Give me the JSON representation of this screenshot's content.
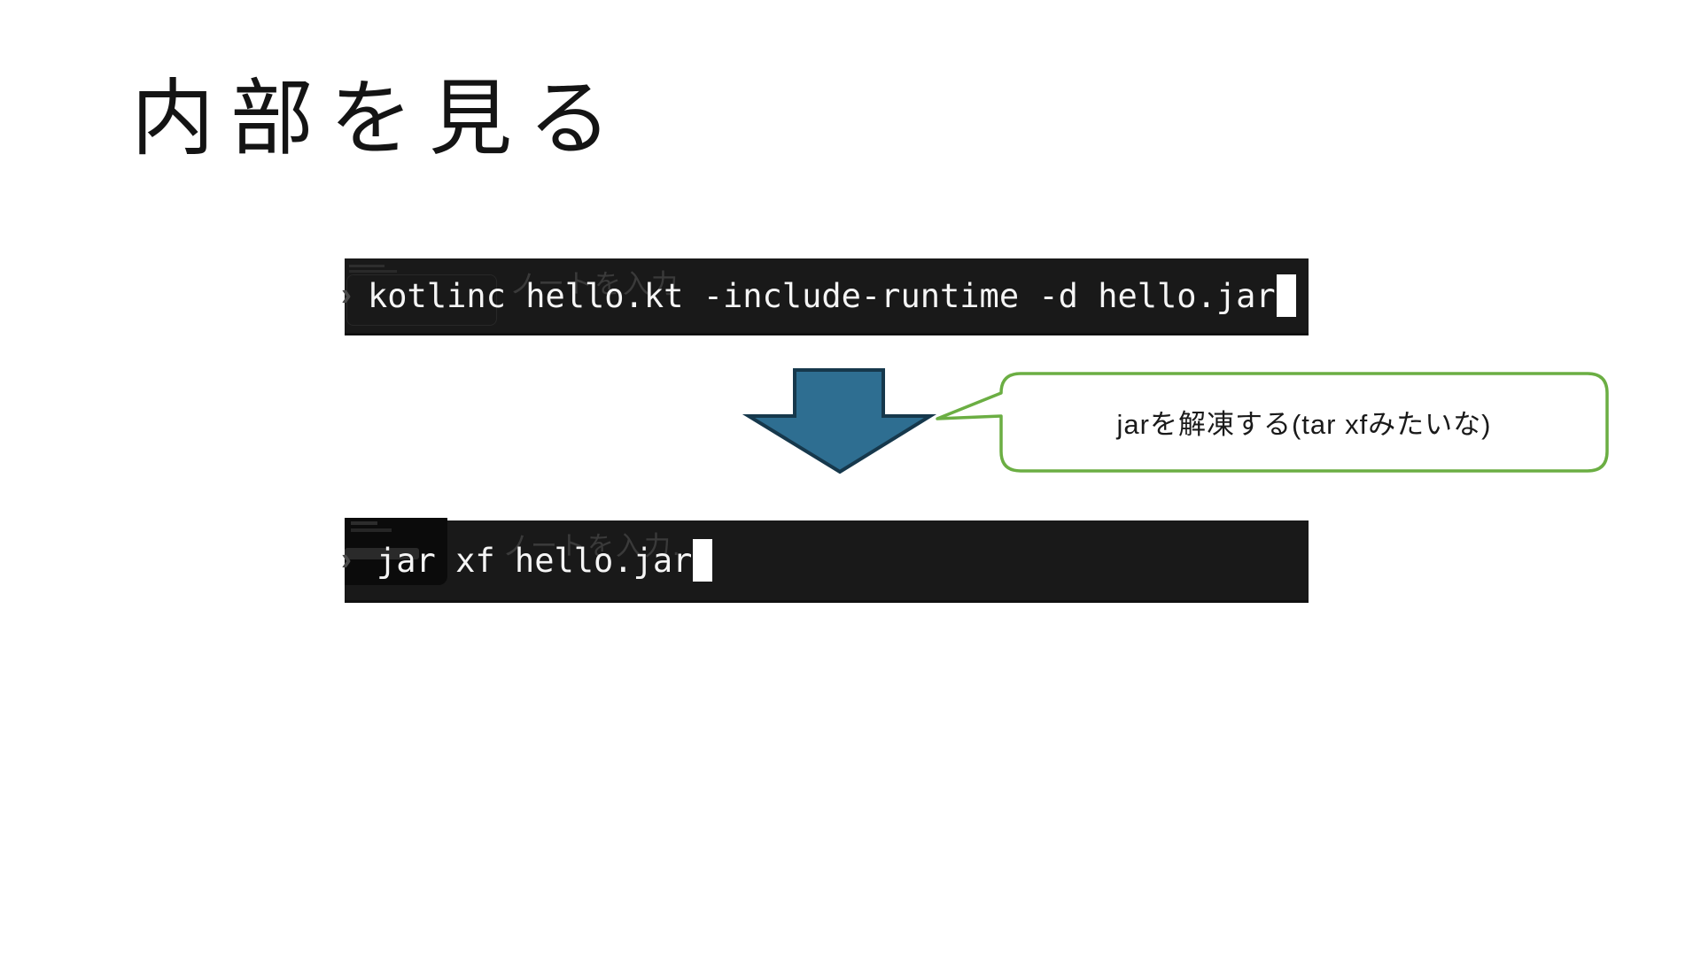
{
  "slide": {
    "title": "内部を見る"
  },
  "terminal_top": {
    "command": "kotlinc hello.kt -include-runtime -d hello.jar",
    "ghost_text": "ノートを入力",
    "prompt_icon": "chevron-right",
    "cursor": "block"
  },
  "terminal_bottom": {
    "command": "jar xf hello.jar",
    "ghost_text": "ノートを入力.",
    "prompt_icon": "chevron-right",
    "cursor": "block"
  },
  "arrow": {
    "direction": "down",
    "fill": "#2e6e91",
    "stroke": "#16384c"
  },
  "callout": {
    "text": "jarを解凍する(tar xfみたいな)",
    "border_color": "#6bae43",
    "fill": "#ffffff",
    "tail_direction": "left"
  },
  "colors": {
    "background": "#ffffff",
    "terminal_background": "#191919",
    "terminal_text": "#f5f5f5",
    "ghost_text": "#3a3a3a",
    "title_text": "#141414"
  }
}
